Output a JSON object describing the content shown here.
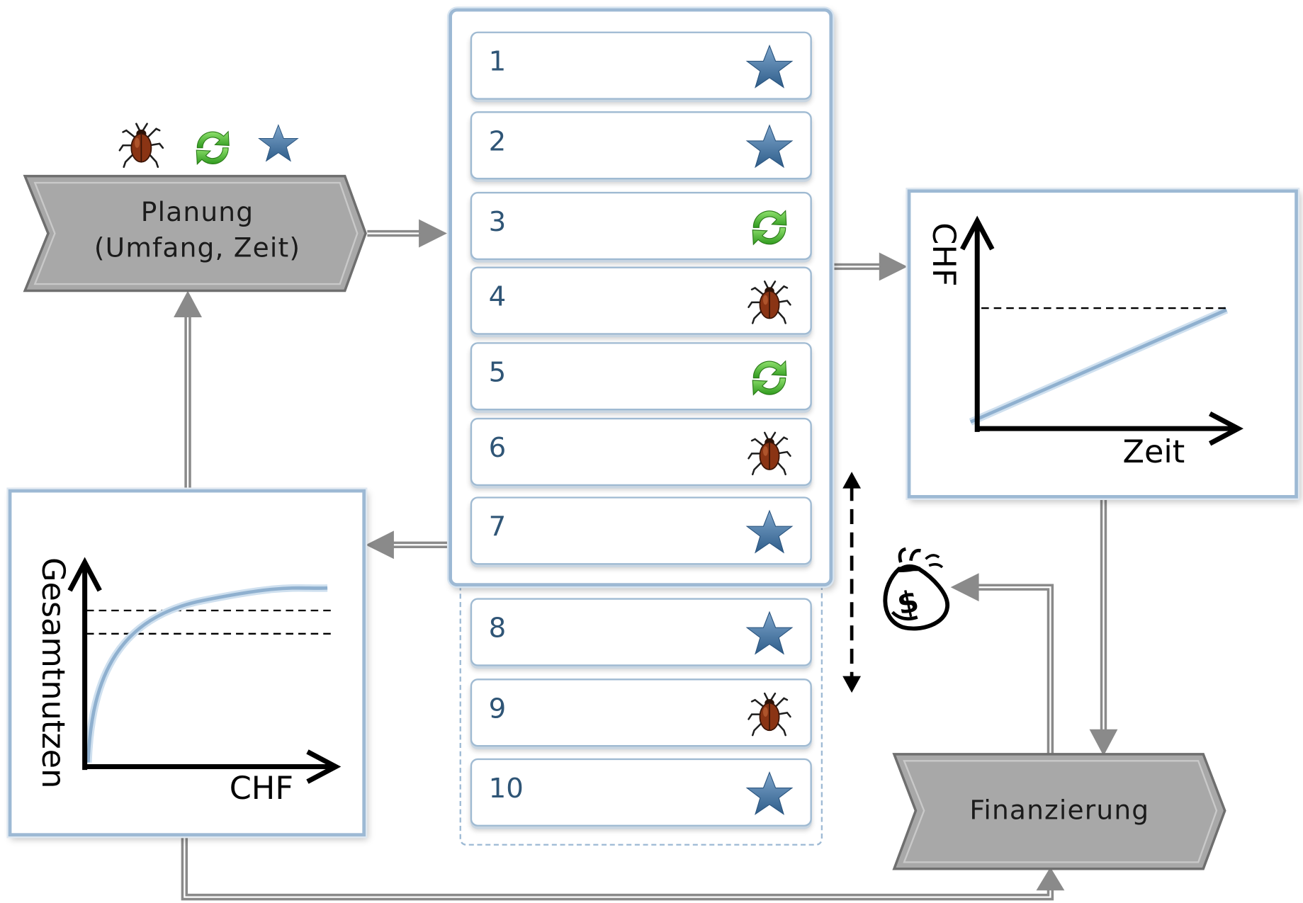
{
  "planning": {
    "line1": "Planung",
    "line2": "(Umfang, Zeit)"
  },
  "financing": {
    "label": "Finanzierung"
  },
  "planning_icons": [
    "bug-icon",
    "refresh-icon",
    "star-icon"
  ],
  "backlog": {
    "items": [
      {
        "num": "1",
        "icon": "star"
      },
      {
        "num": "2",
        "icon": "star"
      },
      {
        "num": "3",
        "icon": "refresh"
      },
      {
        "num": "4",
        "icon": "bug"
      },
      {
        "num": "5",
        "icon": "refresh"
      },
      {
        "num": "6",
        "icon": "bug"
      },
      {
        "num": "7",
        "icon": "star"
      },
      {
        "num": "8",
        "icon": "star"
      },
      {
        "num": "9",
        "icon": "bug"
      },
      {
        "num": "10",
        "icon": "star"
      }
    ]
  },
  "cost_chart": {
    "ylabel": "CHF",
    "xlabel": "Zeit"
  },
  "benefit_chart": {
    "ylabel": "Gesamtnutzen",
    "xlabel": "CHF"
  },
  "money_bag_icon": "money-bag-icon",
  "colors": {
    "accent": "#9db9d4",
    "chevron": "#a6a6a6",
    "arrow": "#8a8a8a",
    "star": "#4a7aa8",
    "refresh": "#3fae2a",
    "bug": "#7a2d12"
  }
}
